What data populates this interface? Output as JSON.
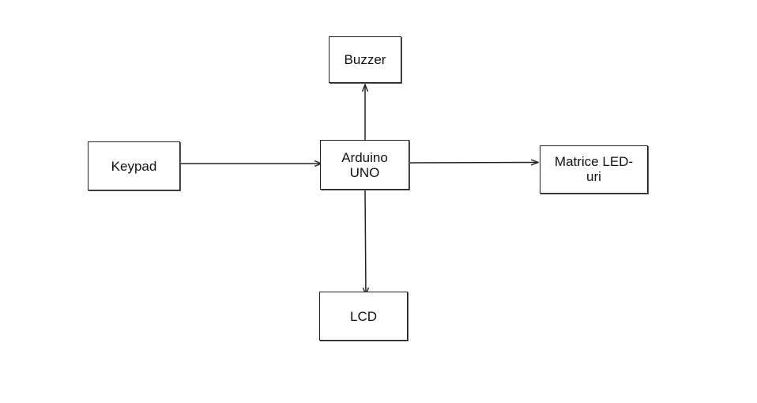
{
  "diagram": {
    "nodes": {
      "buzzer": {
        "label": "Buzzer"
      },
      "arduino": {
        "label_line1": "Arduino",
        "label_line2": "UNO"
      },
      "keypad": {
        "label": "Keypad"
      },
      "matrice": {
        "label_line1": "Matrice LED-",
        "label_line2": "uri"
      },
      "lcd": {
        "label": "LCD"
      }
    },
    "edges": [
      {
        "from": "keypad",
        "to": "arduino"
      },
      {
        "from": "arduino",
        "to": "buzzer"
      },
      {
        "from": "arduino",
        "to": "matrice"
      },
      {
        "from": "arduino",
        "to": "lcd"
      }
    ],
    "colors": {
      "stroke": "#222222",
      "background": "#ffffff"
    }
  }
}
